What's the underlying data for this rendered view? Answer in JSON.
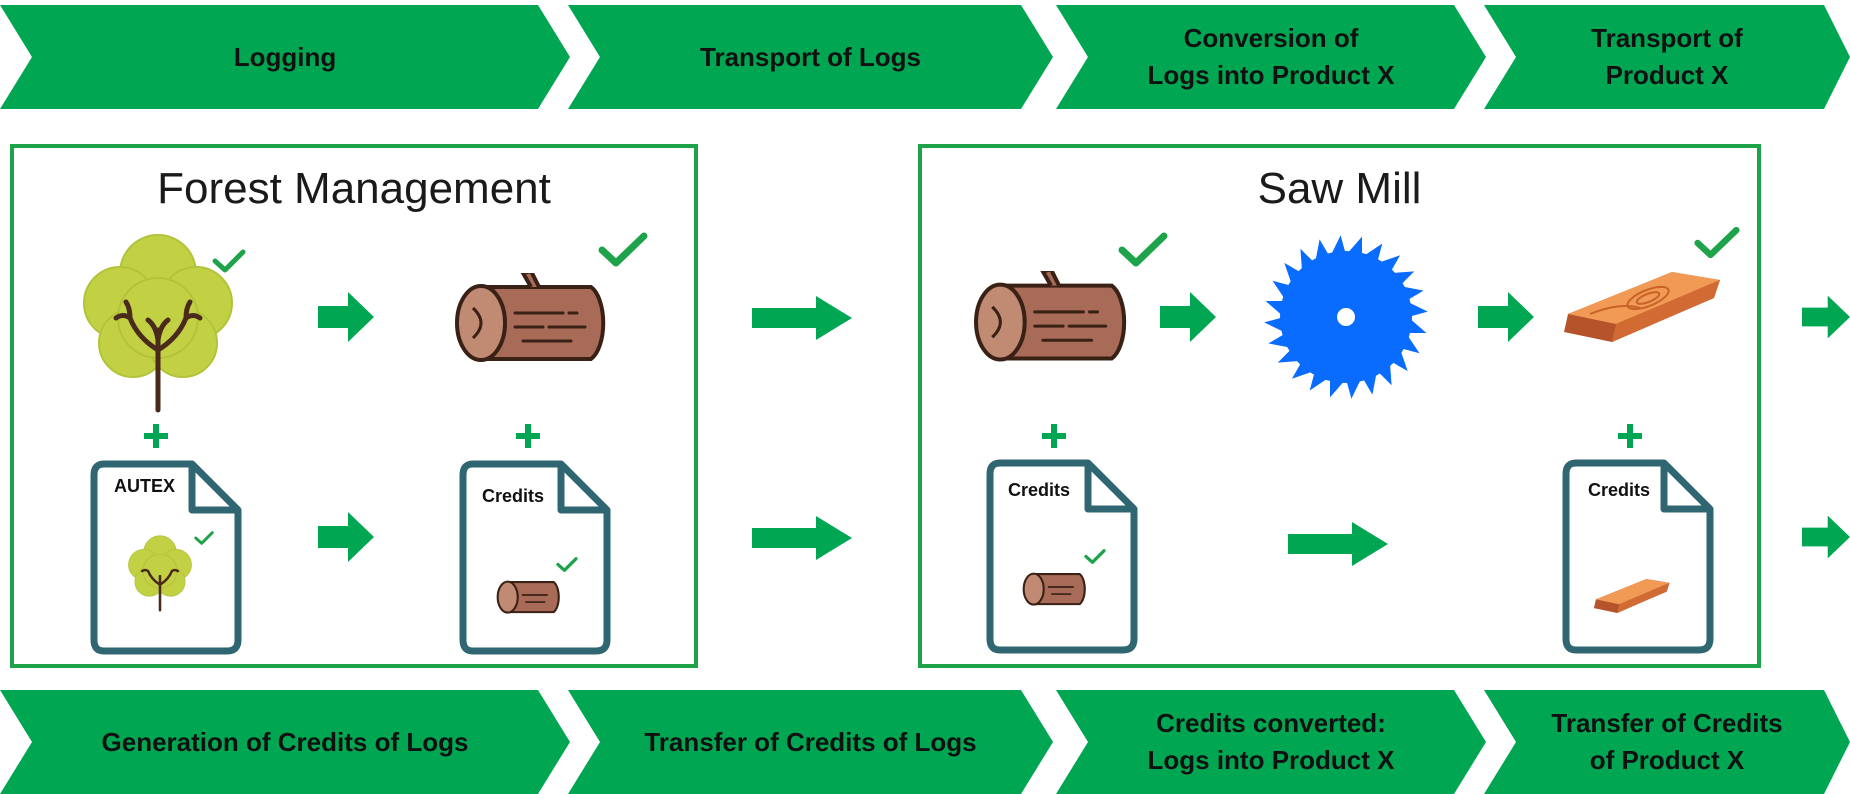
{
  "top_steps": [
    {
      "label": "Logging"
    },
    {
      "label": "Transport of Logs"
    },
    {
      "label": "Conversion of\nLogs into Product X"
    },
    {
      "label": "Transport of\nProduct X"
    }
  ],
  "bottom_steps": [
    {
      "label": "Generation of Credits of Logs"
    },
    {
      "label": "Transfer of Credits of Logs"
    },
    {
      "label": "Credits converted:\nLogs into Product X"
    },
    {
      "label": "Transfer of Credits\nof Product X"
    }
  ],
  "forest_box": {
    "title": "Forest Management"
  },
  "mill_box": {
    "title": "Saw Mill"
  },
  "documents": {
    "autex": "AUTEX",
    "credits": "Credits"
  },
  "colors": {
    "green": "#00a651",
    "check": "#1fa34a",
    "doc_border": "#2f6672",
    "saw": "#0a6cff",
    "log": "#a86b58",
    "tree": "#c2d144"
  }
}
